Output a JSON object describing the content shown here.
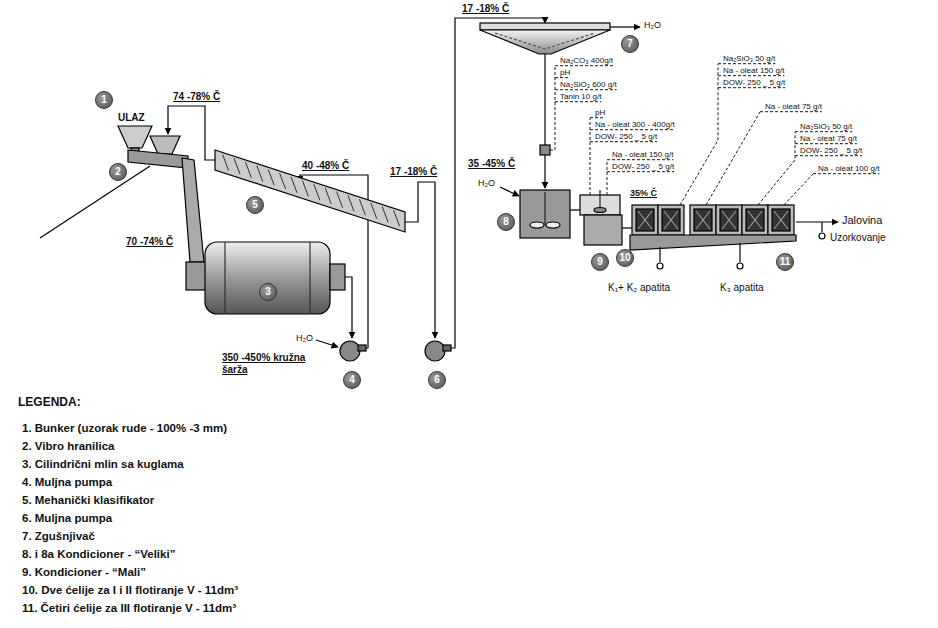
{
  "diagram": {
    "nodes": [
      {
        "text": [
          "1"
        ]
      },
      {
        "text": [
          "2"
        ]
      },
      {
        "text": [
          "3"
        ]
      },
      {
        "text": [
          "4"
        ]
      },
      {
        "text": [
          "5"
        ]
      },
      {
        "text": [
          "6"
        ]
      },
      {
        "text": [
          "7"
        ]
      },
      {
        "text": [
          "8"
        ]
      },
      {
        "text": [
          "9"
        ]
      },
      {
        "text": [
          "10"
        ]
      },
      {
        "text": [
          "11"
        ]
      }
    ],
    "labels": [
      "ULAZ",
      "74 -78% Č",
      "70 -74% Č",
      "40 -48% Č",
      "17 -18% Č",
      "350 -450% kružna šarža",
      "H₂O",
      "17 -18% Č",
      "H₂O",
      "35 -45% Č",
      "H₂O",
      "Na₂CO₃ 400g/t",
      "pH",
      "Na₂SiO₃ 600 g/t",
      "Tanin 10 g/t",
      "pH",
      "Na - oleat 300 - 400g/t",
      "DOW- 250 _ 5 g/t",
      "Na - oleat 150 g/t",
      "DOW- 250 _ 5 g/t",
      "Na₂SiO₃ 50 g/t",
      "Na - oleat 150 g/t",
      "DOW- 250 _ 5 g/t",
      "Na - oleat 75 g/t",
      "Na₂SiO₃ 50 g/t",
      "Na - oleat 75 g/t",
      "DOW- 250 _ 5 g/t",
      "Na - oleat 100 g/t",
      "35% Č",
      "Jalovina",
      "Uzorkovanje",
      "K₁+ K₂ apatita",
      "K₃ apatita",
      "LEGENDA:"
    ],
    "legend": [
      {
        "text": "1. Bunker (uzorak rude - 100% -3 mm)"
      },
      {
        "text": "2. Vibro hranilica"
      },
      {
        "text": "3. Cilindrični mlin sa kuglama"
      },
      {
        "text": "4. Muljna pumpa"
      },
      {
        "text": "5. Mehanički klasifikator"
      },
      {
        "text": "6. Muljna pumpa"
      },
      {
        "text": "7. Zgušnjivač"
      },
      {
        "text": "8. i 8a Kondicioner - “Veliki”"
      },
      {
        "text": "9. Kondicioner - “Mali”"
      },
      {
        "text": "10. Dve ćelije za I i II flotiranje V - 11dm³"
      },
      {
        "text": "11. Četiri ćelije za III flotiranje V - 11dm³"
      }
    ]
  }
}
